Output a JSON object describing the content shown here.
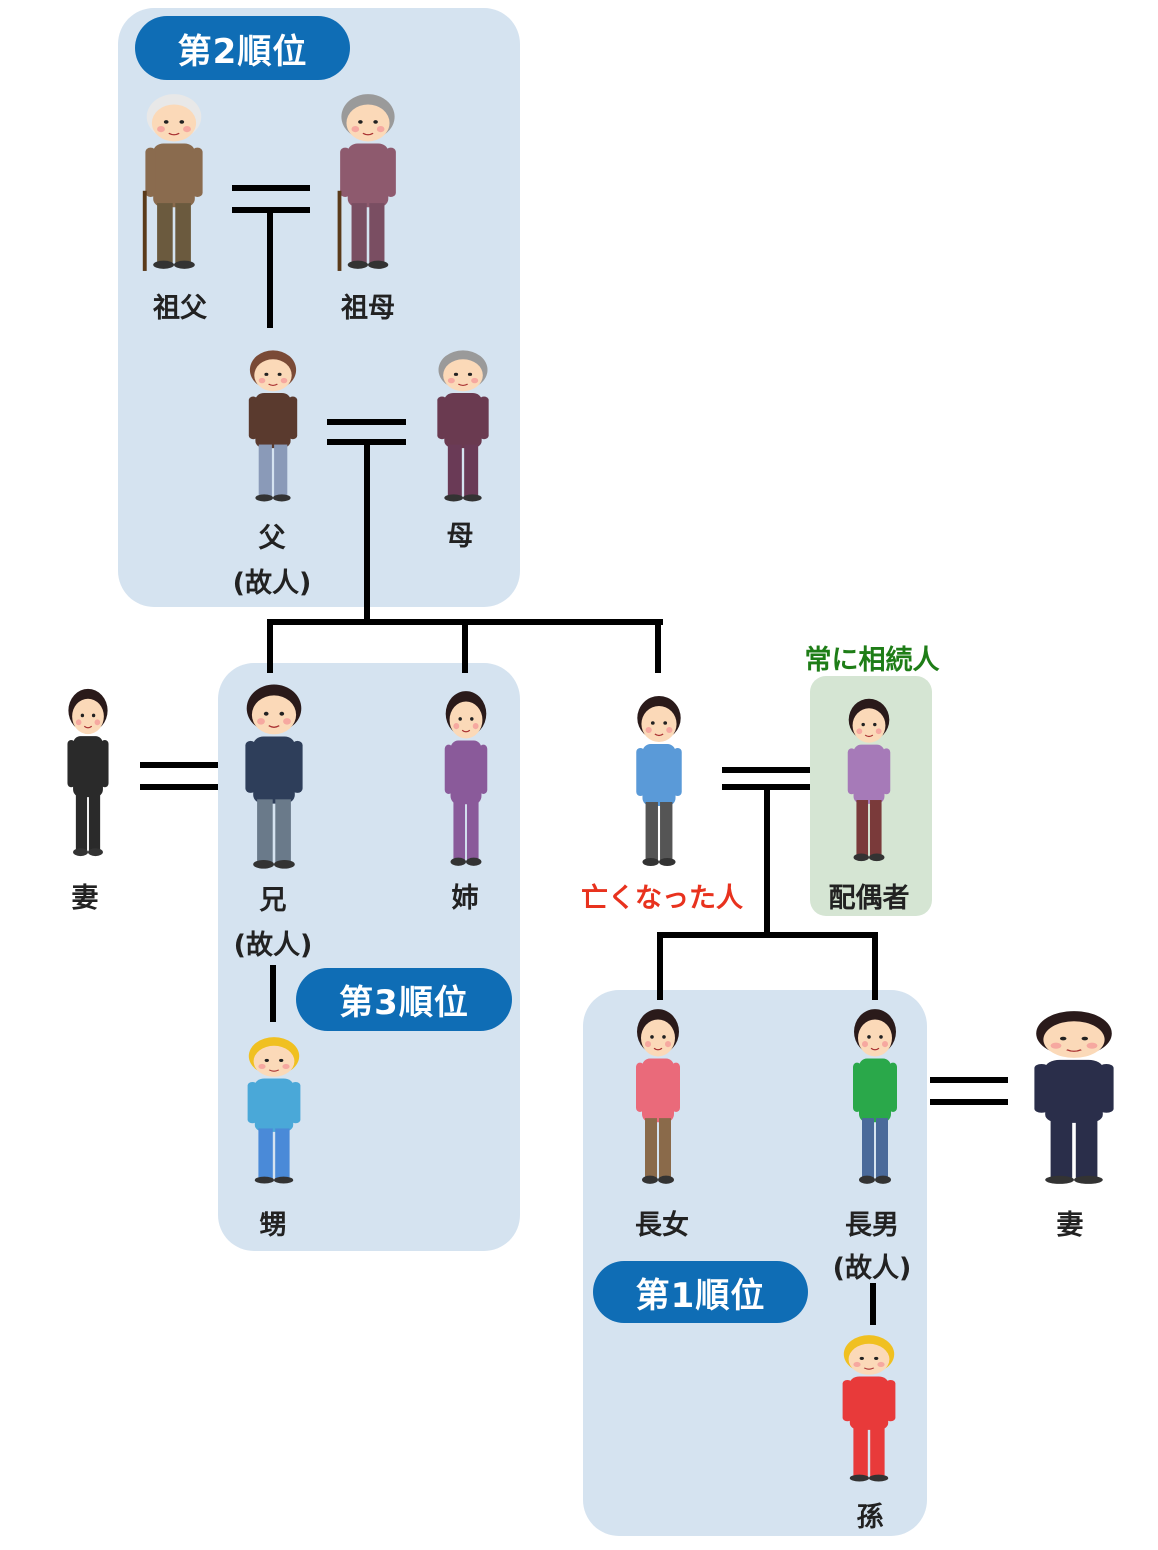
{
  "ranks": {
    "first": "第1順位",
    "second": "第2順位",
    "third": "第3順位"
  },
  "always_heir": "常に相続人",
  "people": {
    "grandfather": "祖父",
    "grandmother": "祖母",
    "father": "父",
    "father_note": "(故人)",
    "mother": "母",
    "brother_wife": "妻",
    "brother": "兄",
    "brother_note": "(故人)",
    "sister": "姉",
    "nephew": "甥",
    "deceased": "亡くなった人",
    "spouse": "配偶者",
    "eldest_daughter": "長女",
    "eldest_son": "長男",
    "eldest_son_note": "(故人)",
    "grandchild": "孫",
    "son_wife": "妻"
  },
  "colors": {
    "panel": "#d5e3f0",
    "badge": "#0f6db5",
    "spouse_panel": "#d5e5d3",
    "always_heir_text": "#1e7d17",
    "deceased_text": "#e8321e"
  }
}
